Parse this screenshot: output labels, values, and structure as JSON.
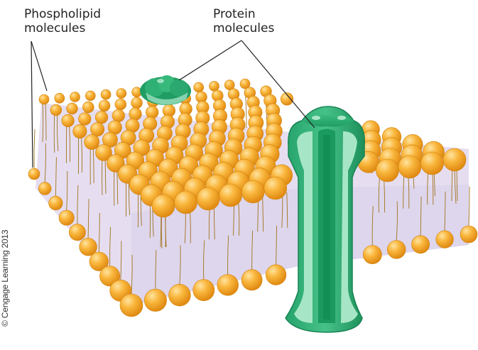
{
  "labels": {
    "phospholipid_line1": "Phospholipid",
    "phospholipid_line2": "molecules",
    "protein_line1": "Protein",
    "protein_line2": "molecules"
  },
  "credit": "© Cengage Learning 2013",
  "colors": {
    "head_fill": "#f6a623",
    "head_highlight": "#ffd27a",
    "head_stroke": "#d98a10",
    "tail": "#a0731e",
    "membrane_fill": "#e3dcef",
    "protein_dark": "#1f9d63",
    "protein_light": "#9fe0c2",
    "leader_line": "#222222"
  },
  "icons": [
    "phospholipid-head",
    "channel-protein",
    "peripheral-protein"
  ]
}
